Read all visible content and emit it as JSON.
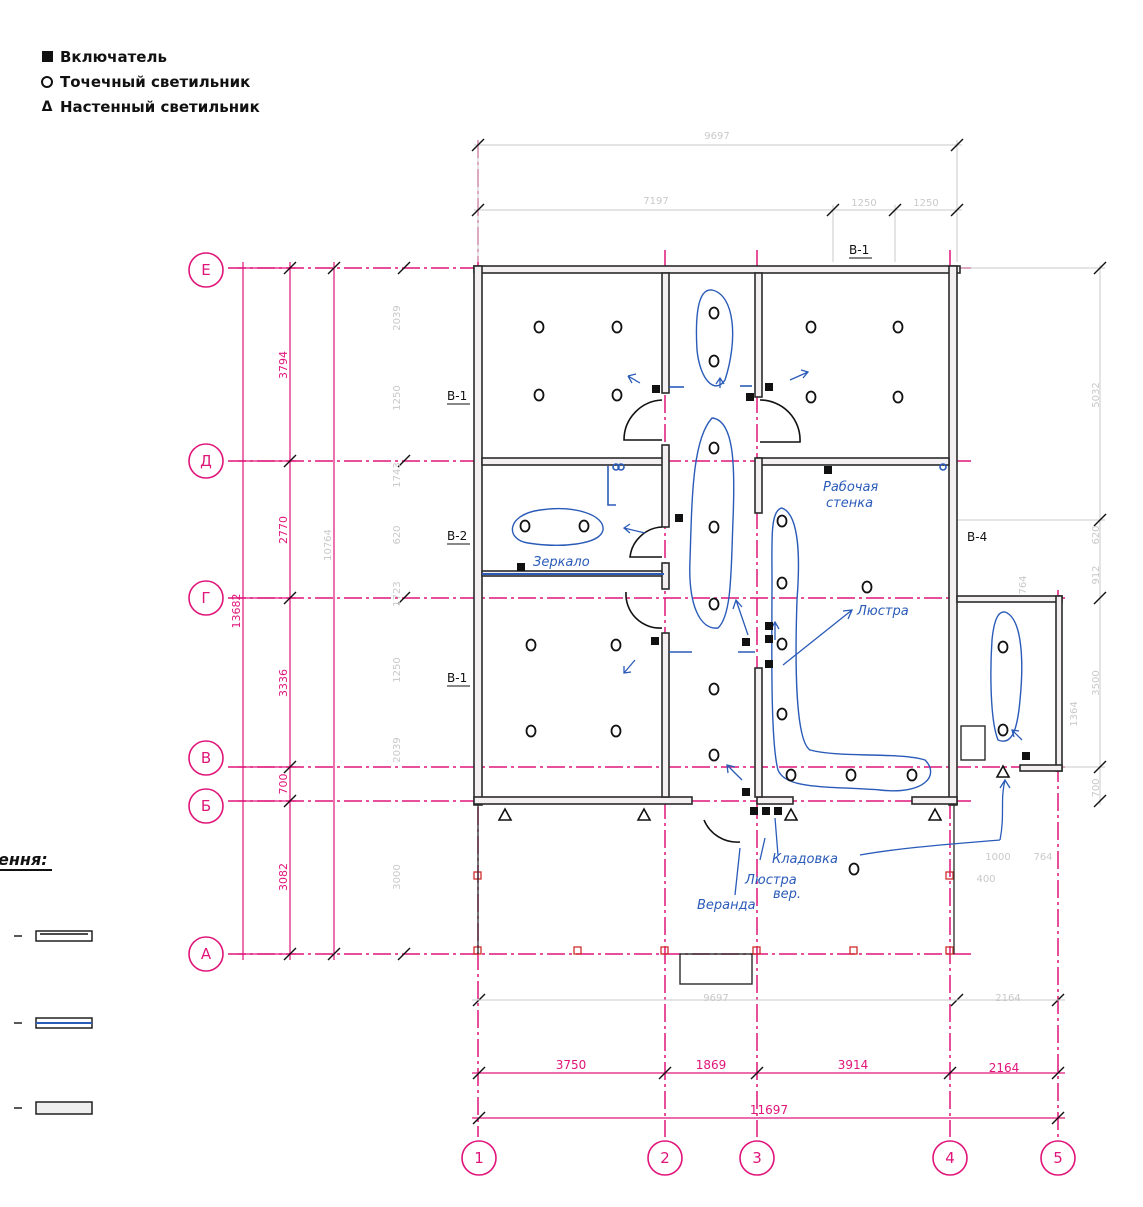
{
  "legend": {
    "items": [
      {
        "symbol": "square-icon",
        "label": "Включатель"
      },
      {
        "symbol": "circle-icon",
        "label": "Точечный светильник"
      },
      {
        "symbol": "triangle-icon",
        "label": "Настенный светильник"
      }
    ]
  },
  "section_label": "ення:",
  "grid": {
    "rows": [
      "Е",
      "Д",
      "Г",
      "В",
      "Б",
      "А"
    ],
    "cols": [
      "1",
      "2",
      "3",
      "4",
      "5"
    ]
  },
  "dimensions": {
    "left_outer": [
      "3794",
      "2770",
      "3336",
      "700",
      "3082"
    ],
    "left_total": "13682",
    "left_inner": [
      "2039",
      "1250",
      "1743",
      "620",
      "1723",
      "1250",
      "2039",
      "3000"
    ],
    "left_mid": "10764",
    "right": [
      "5032",
      "620",
      "912",
      "3500",
      "700",
      "764",
      "1364"
    ],
    "top_total": "9697",
    "top_parts": [
      "7197",
      "1250",
      "1250"
    ],
    "bottom_spans": [
      "3750",
      "1869",
      "3914",
      "2164"
    ],
    "bottom_total": "11697",
    "bottom_mid": "9697",
    "bottom_right": "2164",
    "porch": [
      "1000",
      "764",
      "400"
    ]
  },
  "labels": {
    "windows": [
      "В-1",
      "В-1",
      "В-2",
      "В-1",
      "В-4"
    ],
    "rabochaya": "Рабочая",
    "stenka": "стенка",
    "zerkalo": "Зеркало",
    "lyustra": "Люстра",
    "kladovka": "Кладовка",
    "lyustra_ver": "Люстра",
    "ver": "вер.",
    "veranda": "Веранда"
  },
  "colors": {
    "axis": "#e0157a",
    "wall": "#2b2b2b",
    "hand": "#2a5bb8",
    "dim": "#b8b8b8"
  }
}
